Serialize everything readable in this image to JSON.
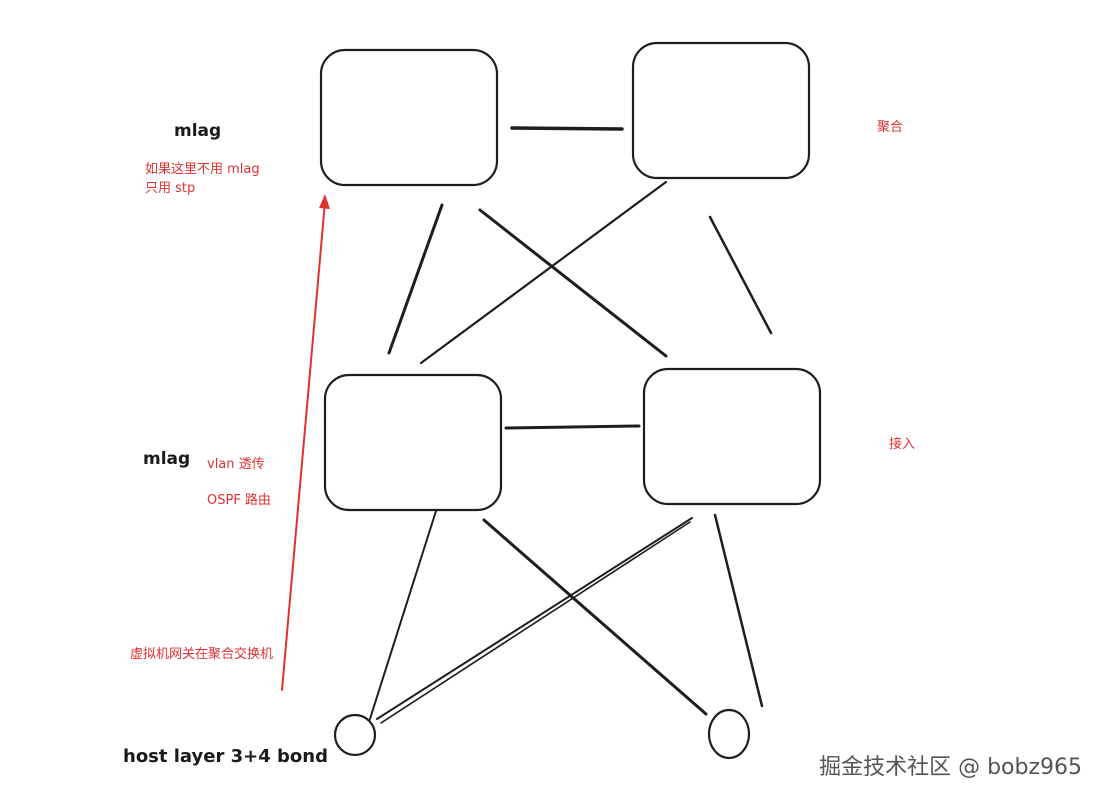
{
  "labels": {
    "mlag_top": "mlag",
    "mlag_bottom": "mlag",
    "note_top_line1": "如果这里不用 mlag",
    "note_top_line2": "只用 stp",
    "aggregation": "聚合",
    "access": "接入",
    "vlan_passthrough": "vlan 透传",
    "ospf_routing": "OSPF 路由",
    "vm_gateway": "虚拟机网关在聚合交换机",
    "host_bond": "host layer 3+4 bond"
  },
  "watermark": "掘金技术社区 @ bobz965",
  "colors": {
    "ink": "#1e1e1e",
    "annotation": "#e03131",
    "watermark": "#555555"
  }
}
